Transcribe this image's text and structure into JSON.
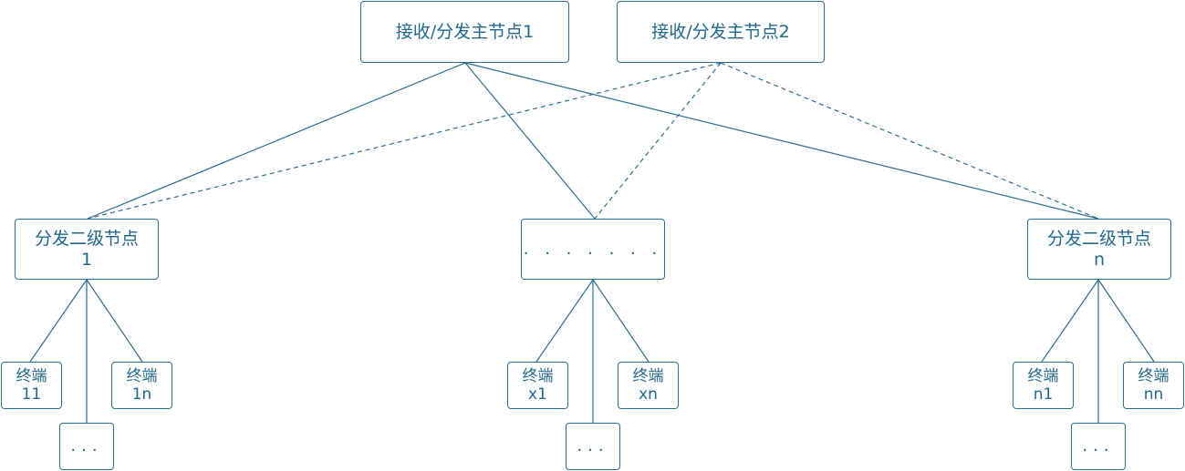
{
  "colors": {
    "line": "#2a6f90",
    "text": "#1f6a8c"
  },
  "master_nodes": [
    {
      "label": "接收/分发主节点1"
    },
    {
      "label": "接收/分发主节点2"
    }
  ],
  "secondary_nodes": [
    {
      "line1": "分发二级节点",
      "line2": "1"
    },
    {
      "line1": ". . . . . . .",
      "line2": ""
    },
    {
      "line1": "分发二级节点",
      "line2": "n"
    }
  ],
  "terminal_groups": [
    {
      "left": {
        "line1": "终端",
        "line2": "11"
      },
      "right": {
        "line1": "终端",
        "line2": "1n"
      },
      "more": "..."
    },
    {
      "left": {
        "line1": "终端",
        "line2": "x1"
      },
      "right": {
        "line1": "终端",
        "line2": "xn"
      },
      "more": "..."
    },
    {
      "left": {
        "line1": "终端",
        "line2": "n1"
      },
      "right": {
        "line1": "终端",
        "line2": "nn"
      },
      "more": "..."
    }
  ]
}
